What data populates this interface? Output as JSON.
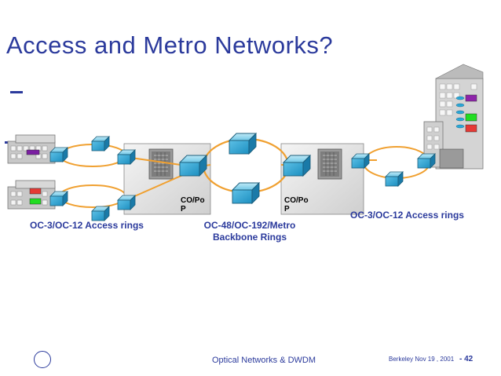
{
  "slide": {
    "title": "Access and Metro Networks?"
  },
  "labels": {
    "access_left": "OC-3/OC-12 Access rings",
    "backbone_line1": "OC-48/OC-192/Metro",
    "backbone_line2": "Backbone Rings",
    "access_right": "OC-3/OC-12 Access rings",
    "co_pop_left_line1": "CO/Po",
    "co_pop_left_line2": "P",
    "co_pop_right_line1": "CO/Po",
    "co_pop_right_line2": "P"
  },
  "footer": {
    "center_text": "Optical Networks & DWDM",
    "date_text": "Berkeley Nov 19 , 2001",
    "page_text": "- 42"
  },
  "colors": {
    "title_blue": "#2b3a9c",
    "fiber_orange": "#f0a030",
    "node_cyan": "#2aa8d8"
  }
}
